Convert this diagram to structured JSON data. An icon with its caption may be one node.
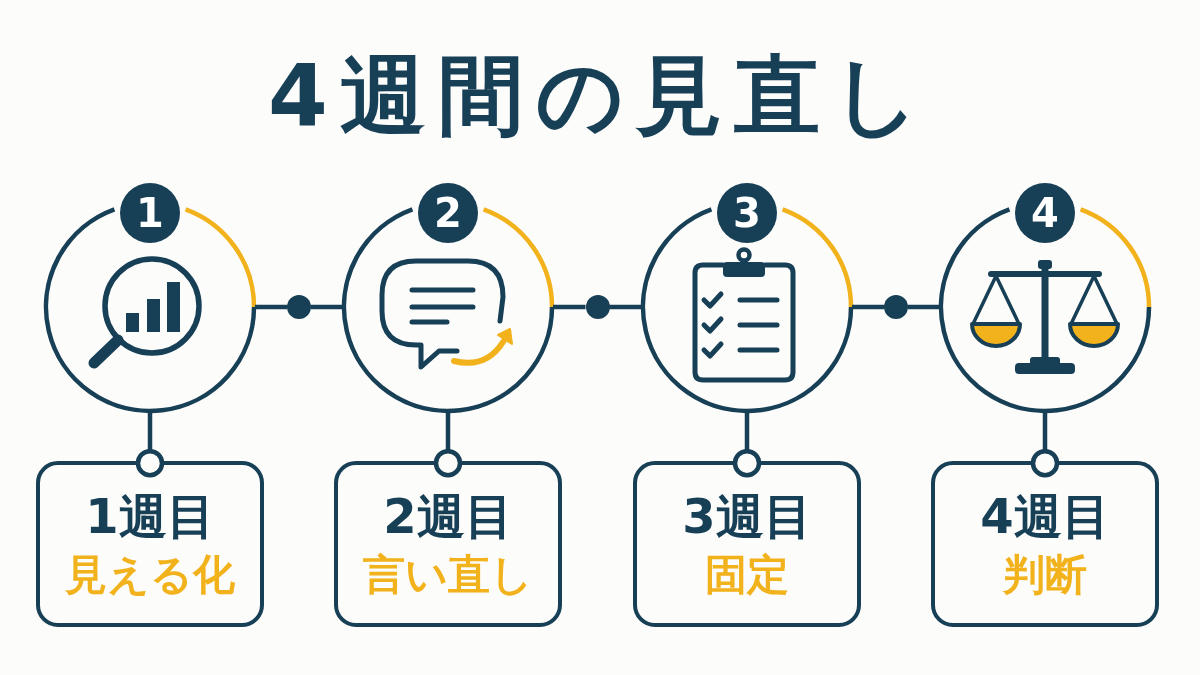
{
  "diagram": {
    "title": "4週間の見直し",
    "nodes": [
      {
        "text": [
          "1"
        ]
      },
      {
        "text": [],
        "shape": "circle"
      },
      {
        "text": [
          "2"
        ]
      },
      {
        "text": [],
        "shape": "circle"
      },
      {
        "text": [
          "3"
        ]
      },
      {
        "text": [],
        "shape": "circle"
      },
      {
        "text": [
          "4"
        ]
      },
      {
        "text": [
          "1週目",
          "見える化"
        ]
      },
      {
        "text": [
          "2週目",
          "言い直し"
        ]
      },
      {
        "text": [
          "3週目",
          "固定"
        ]
      },
      {
        "text": [
          "4週目",
          "判断"
        ]
      }
    ],
    "edges": [
      {
        "from": 0,
        "to": 1,
        "arrow": "none"
      },
      {
        "from": 1,
        "to": 2,
        "arrow": "none"
      },
      {
        "from": 2,
        "to": 3,
        "arrow": "none"
      },
      {
        "from": 3,
        "to": 4,
        "arrow": "none"
      },
      {
        "from": 4,
        "to": 5,
        "arrow": "none"
      },
      {
        "from": 5,
        "to": 6,
        "arrow": "none"
      },
      {
        "from": 0,
        "to": 7,
        "arrow": "other"
      },
      {
        "from": 2,
        "to": 8,
        "arrow": "other"
      },
      {
        "from": 4,
        "to": 9,
        "arrow": "other"
      },
      {
        "from": 6,
        "to": 10,
        "arrow": "other"
      }
    ]
  }
}
